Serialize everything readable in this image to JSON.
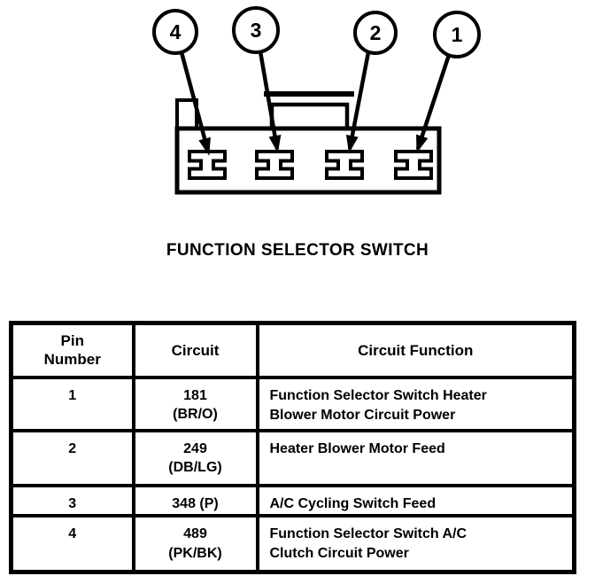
{
  "colors": {
    "ink": "#000000",
    "paper": "#ffffff"
  },
  "diagram": {
    "caption": "FUNCTION SELECTOR SWITCH",
    "callouts": [
      {
        "label": "4"
      },
      {
        "label": "3"
      },
      {
        "label": "2"
      },
      {
        "label": "1"
      }
    ]
  },
  "table": {
    "headers": [
      "Pin\nNumber",
      "Circuit",
      "Circuit Function"
    ],
    "rows": [
      {
        "pin": "1",
        "circuit": "181\n(BR/O)",
        "function": "Function Selector Switch Heater\nBlower Motor Circuit Power"
      },
      {
        "pin": "2",
        "circuit": "249\n(DB/LG)",
        "function": "Heater Blower Motor Feed"
      },
      {
        "pin": "3",
        "circuit": "348 (P)",
        "function": "A/C Cycling Switch Feed"
      },
      {
        "pin": "4",
        "circuit": "489\n(PK/BK)",
        "function": "Function Selector Switch A/C\nClutch Circuit Power"
      }
    ]
  }
}
